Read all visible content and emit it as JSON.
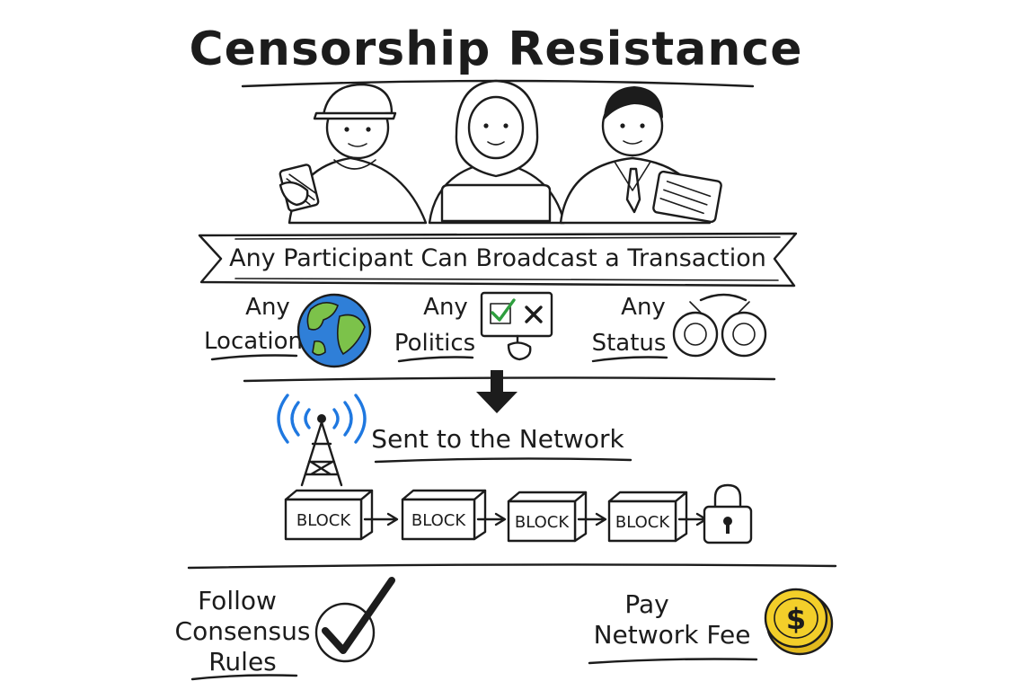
{
  "title": "Censorship Resistance",
  "banner": "Any Participant Can Broadcast a Transaction",
  "qualifiers": [
    {
      "line1": "Any",
      "line2": "Location",
      "icon": "globe-icon"
    },
    {
      "line1": "Any",
      "line2": "Politics",
      "icon": "ballot-sign-icon"
    },
    {
      "line1": "Any",
      "line2": "Status",
      "icon": "handcuffs-icon"
    }
  ],
  "network_label": "Sent to the Network",
  "blocks": [
    "BLOCK",
    "BLOCK",
    "BLOCK",
    "BLOCK"
  ],
  "footer": {
    "left": {
      "line1": "Follow",
      "line2": "Consensus",
      "line3": "Rules",
      "icon": "checkmark-icon"
    },
    "right": {
      "line1": "Pay",
      "line2": "Network Fee",
      "icon": "coin-icon",
      "coin_symbol": "$"
    }
  },
  "colors": {
    "ink": "#1c1c1c",
    "ocean": "#2f7fd8",
    "land": "#7cc24a",
    "signal": "#1f78e0",
    "coin": "#f3cf2a",
    "check_green": "#2e9e3e"
  }
}
